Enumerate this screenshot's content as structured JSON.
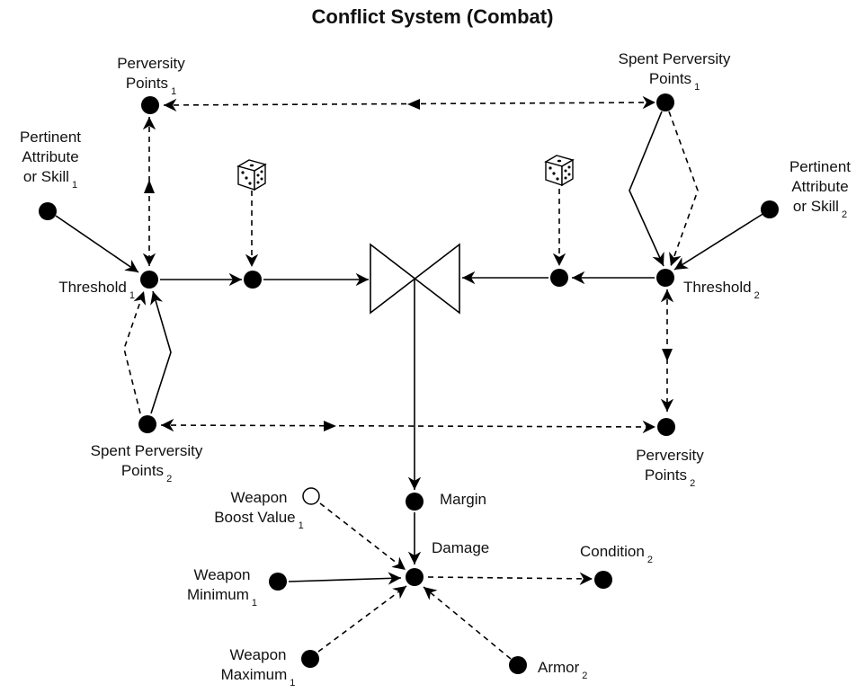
{
  "title": "Conflict System (Combat)",
  "labels": {
    "pp1": {
      "text": "Perversity\nPoints",
      "sub": "1"
    },
    "spp1": {
      "text": "Spent Perversity\nPoints",
      "sub": "1"
    },
    "attr1": {
      "text": "Pertinent\nAttribute\nor Skill",
      "sub": "1"
    },
    "attr2": {
      "text": "Pertinent\nAttribute\nor Skill",
      "sub": "2"
    },
    "threshold1": {
      "text": "Threshold",
      "sub": "1"
    },
    "threshold2": {
      "text": "Threshold",
      "sub": "2"
    },
    "spp2": {
      "text": "Spent Perversity\nPoints",
      "sub": "2"
    },
    "pp2": {
      "text": "Perversity\nPoints",
      "sub": "2"
    },
    "margin": {
      "text": "Margin",
      "sub": ""
    },
    "damage": {
      "text": "Damage",
      "sub": ""
    },
    "boost": {
      "text": "Weapon\nBoost Value",
      "sub": "1"
    },
    "wmin": {
      "text": "Weapon\nMinimum",
      "sub": "1"
    },
    "wmax": {
      "text": "Weapon\nMaximum",
      "sub": "1"
    },
    "condition": {
      "text": "Condition",
      "sub": "2"
    },
    "armor": {
      "text": "Armor",
      "sub": "2"
    }
  },
  "icons": [
    "dice-icon",
    "dice-icon"
  ]
}
